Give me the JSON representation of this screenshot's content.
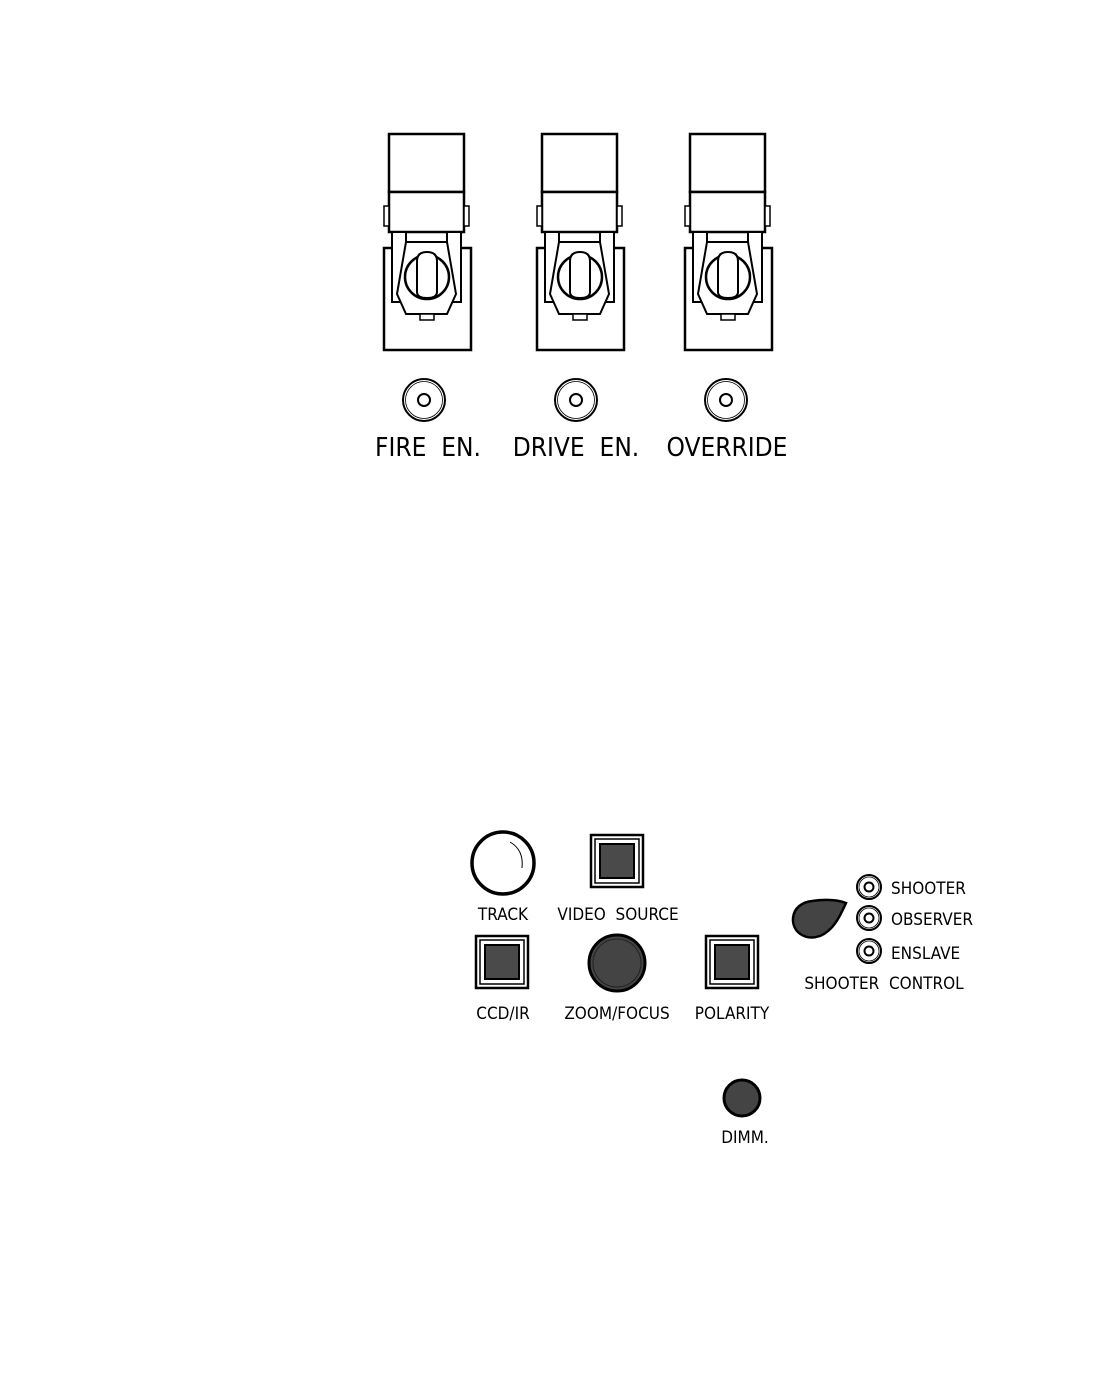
{
  "toggle_switches": [
    {
      "label": "FIRE  EN.",
      "guard_icon": "guarded-toggle-switch-icon",
      "indicator_icon": "indicator-lamp-icon"
    },
    {
      "label": "DRIVE  EN.",
      "guard_icon": "guarded-toggle-switch-icon",
      "indicator_icon": "indicator-lamp-icon"
    },
    {
      "label": "OVERRIDE",
      "guard_icon": "guarded-toggle-switch-icon",
      "indicator_icon": "indicator-lamp-icon"
    }
  ],
  "controls": {
    "track": {
      "label": "TRACK",
      "icon": "round-pushbutton-icon"
    },
    "video_source": {
      "label": "VIDEO  SOURCE",
      "icon": "square-pushbutton-icon"
    },
    "ccd_ir": {
      "label": "CCD/IR",
      "icon": "square-pushbutton-icon"
    },
    "zoom_focus": {
      "label": "ZOOM/FOCUS",
      "icon": "rotary-knob-icon"
    },
    "polarity": {
      "label": "POLARITY",
      "icon": "square-pushbutton-icon"
    },
    "dimm": {
      "label": "DIMM.",
      "icon": "rotary-knob-icon"
    }
  },
  "shooter_control": {
    "label": "SHOOTER  CONTROL",
    "selector_icon": "rotary-selector-icon",
    "positions": [
      "SHOOTER",
      "OBSERVER",
      "ENSLAVE"
    ]
  }
}
